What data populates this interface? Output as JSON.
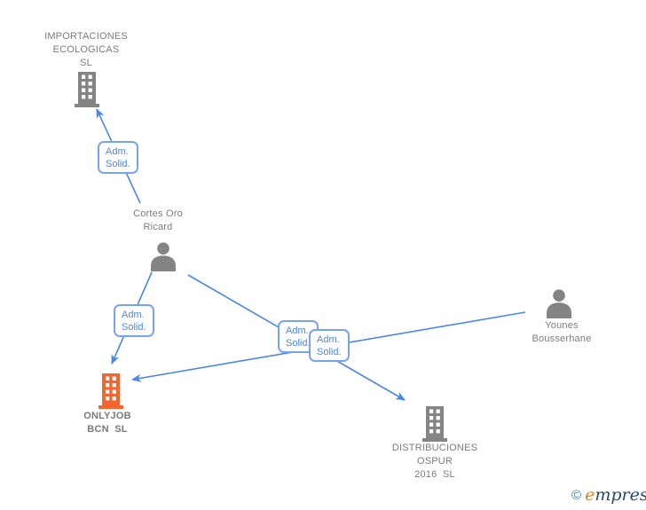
{
  "graph": {
    "nodes": [
      {
        "id": "importaciones-ecologicas-sl",
        "type": "company",
        "highlighted": false,
        "label_lines": [
          "IMPORTACIONES",
          "ECOLOGICAS",
          "SL"
        ]
      },
      {
        "id": "cortes-oro-ricard",
        "type": "person",
        "label_lines": [
          "Cortes Oro",
          "Ricard"
        ]
      },
      {
        "id": "younes-bousserhane",
        "type": "person",
        "label_lines": [
          "Younes",
          "Bousserhane"
        ]
      },
      {
        "id": "onlyjob-bcn-sl",
        "type": "company",
        "highlighted": true,
        "label_lines": [
          "ONLYJOB",
          "BCN  SL"
        ]
      },
      {
        "id": "distribuciones-ospur-2016-sl",
        "type": "company",
        "highlighted": false,
        "label_lines": [
          "DISTRIBUCIONES",
          "OSPUR",
          "2016  SL"
        ]
      }
    ],
    "edges": [
      {
        "from": "cortes-oro-ricard",
        "to": "importaciones-ecologicas-sl",
        "label_lines": [
          "Adm.",
          "Solid."
        ]
      },
      {
        "from": "cortes-oro-ricard",
        "to": "onlyjob-bcn-sl",
        "label_lines": [
          "Adm.",
          "Solid."
        ]
      },
      {
        "from": "cortes-oro-ricard",
        "to": "distribuciones-ospur-2016-sl",
        "label_lines": [
          "Adm.",
          "Solid."
        ]
      },
      {
        "from": "younes-bousserhane",
        "to": "onlyjob-bcn-sl",
        "label_lines": [
          "Adm.",
          "Solid."
        ]
      }
    ]
  },
  "footer": {
    "copyright_symbol": "©",
    "brand_first_letter": "e",
    "brand_rest": "mpresia"
  },
  "colors": {
    "edge_blue": "#4a86e8",
    "edge_label_border": "#77a4f1",
    "edge_label_text": "#4a86e8",
    "node_icon_gray": "#848484",
    "node_label_gray": "#7b7b7b",
    "highlight_orange": "#f4652f",
    "logo_orange": "#ee7c1e",
    "logo_navy": "#234a6d",
    "logo_copyright_blue": "#2d7fb8",
    "background": "#ffffff"
  }
}
